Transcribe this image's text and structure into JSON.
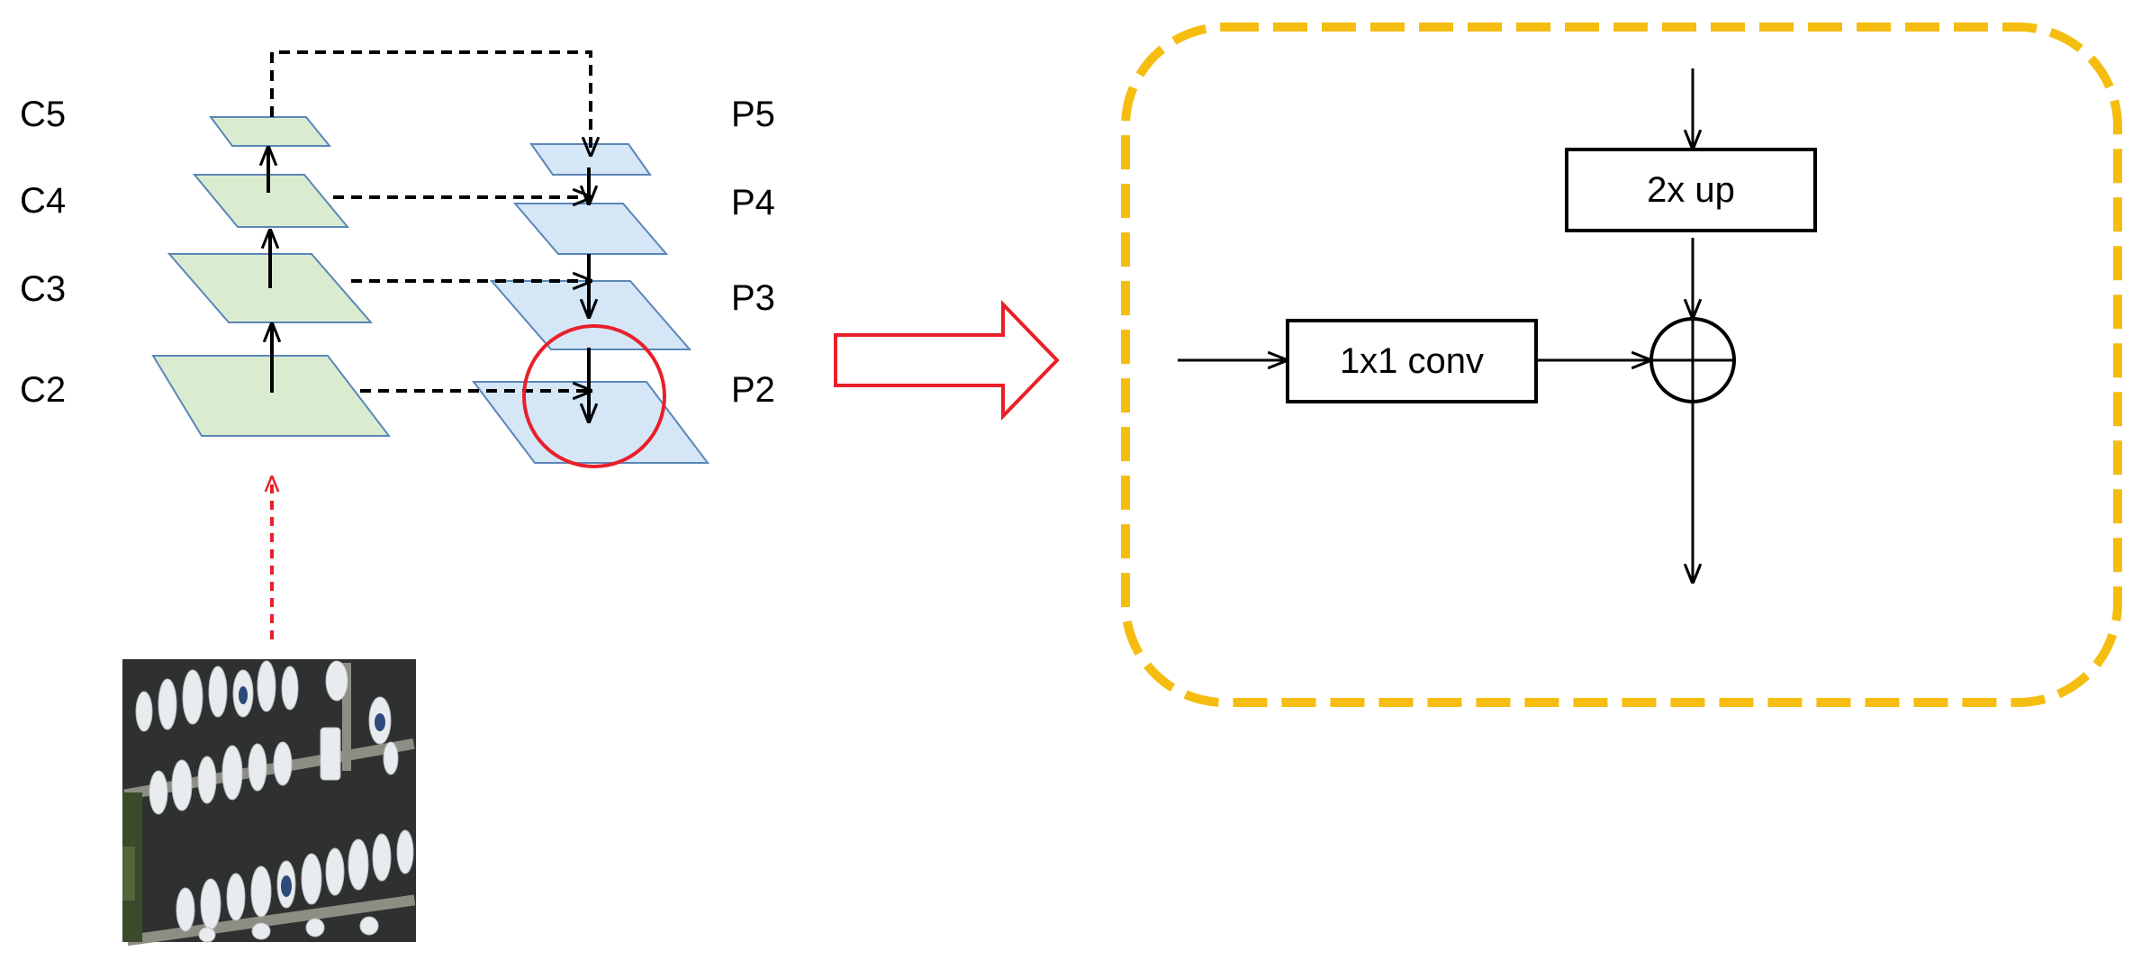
{
  "bottom_up_labels": [
    "C5",
    "C4",
    "C3",
    "C2"
  ],
  "top_down_labels": [
    "P5",
    "P4",
    "P3",
    "P2"
  ],
  "detail": {
    "upsample_label": "2x up",
    "lateral_conv_label": "1x1 conv",
    "merge_op": "element-wise addition"
  },
  "colors": {
    "bottom_up_fill": "#d9ecd0",
    "top_down_fill": "#d5e6f7",
    "level_border": "#5b86b8",
    "highlight_circle": "#e8202a",
    "transition_arrow": "#e8202a",
    "detail_frame": "#f5bd10",
    "input_arrow": "#e8202a"
  },
  "input_image": {
    "icon": "aerial-marina-photo-icon"
  }
}
